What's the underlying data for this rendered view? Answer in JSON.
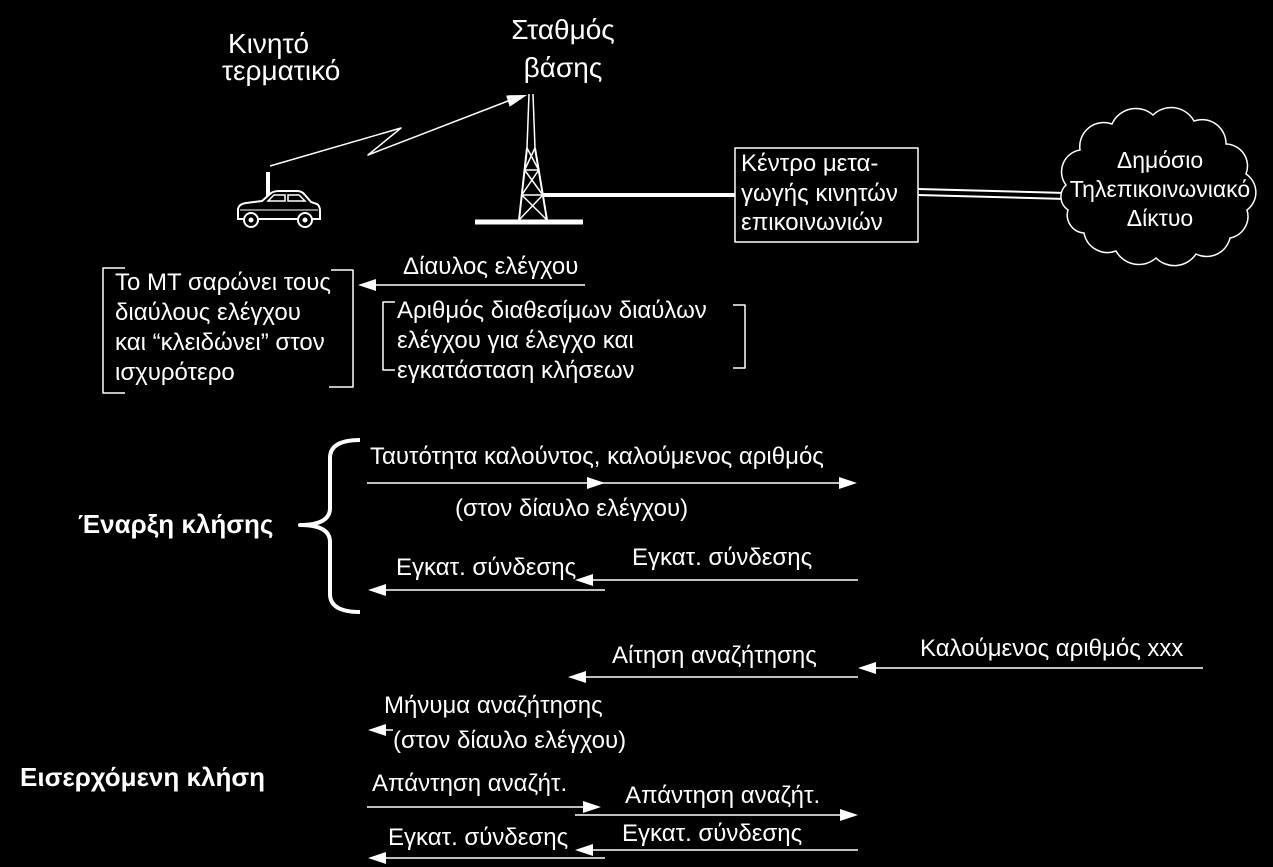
{
  "colors": {
    "background": "#000000",
    "foreground": "#ffffff"
  },
  "icons": {
    "mobile_terminal": "car-icon",
    "base_station": "antenna-tower-icon",
    "public_network": "cloud-icon",
    "radio_link": "lightning-arrow-icon"
  },
  "network": {
    "mobile_terminal": [
      "Κινητό",
      "τερματικό"
    ],
    "base_station": [
      "Σταθμός",
      "βάσης"
    ],
    "switching_center": [
      "Κέντρο μετα-",
      "γωγής κινητών",
      "επικοινωνιών"
    ],
    "public_network": [
      "Δημόσιο",
      "Τηλεπικοινωνιακό",
      "Δίκτυο"
    ]
  },
  "control_channel": {
    "label": "Δίαυλος ελέγχου",
    "mt_note": [
      "Το MT σαρώνει τους",
      "διαύλους ελέγχου",
      "και “κλειδώνει” στον",
      "ισχυρότερο"
    ],
    "bs_note": [
      "Αριθμός διαθεσίμων διαύλων",
      "ελέγχου για έλεγχο και",
      "εγκατάσταση κλήσεων"
    ]
  },
  "call_origination": {
    "title": "Έναρξη κλήσης",
    "caller_id": "Ταυτότητα καλούντος, καλούμενος αριθμός",
    "caller_id_note": "(στον δίαυλο ελέγχου)",
    "setup_from_switch": "Εγκατ. σύνδεσης",
    "setup_to_terminal": "Εγκατ. σύνδεσης"
  },
  "incoming_call": {
    "title": "Εισερχόμενη κλήση",
    "called_number": "Καλούμενος αριθμός xxx",
    "paging_request": "Αίτηση αναζήτησης",
    "paging_message": "Μήνυμα αναζήτησης",
    "paging_message_note": "(στον δίαυλο ελέγχου)",
    "page_response_from_terminal": "Απάντηση αναζήτ.",
    "page_response_to_switch": "Απάντηση αναζήτ.",
    "setup_from_switch": "Εγκατ. σύνδεσης",
    "setup_to_terminal": "Εγκατ. σύνδεσης"
  }
}
